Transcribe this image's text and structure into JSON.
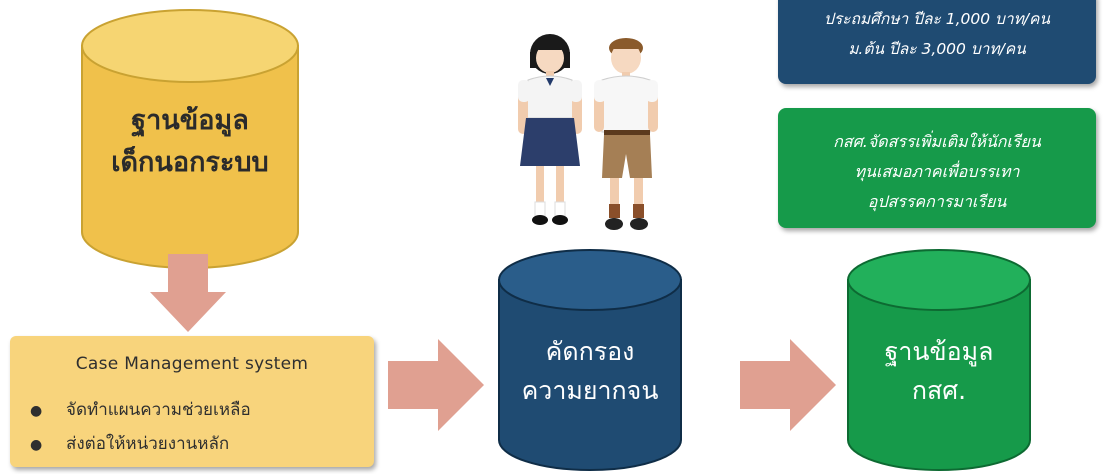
{
  "colors": {
    "cylinder_yellow": "#f0c14b",
    "cylinder_navy": "#1f4b72",
    "cylinder_green": "#169a4a",
    "arrow_pink": "#e0a091",
    "case_box_bg": "#f8d47c"
  },
  "db_out_of_school": {
    "line1": "ฐานข้อมูล",
    "line2": "เด็กนอกระบบ"
  },
  "case_management": {
    "title": "Case Management system",
    "items": [
      "จัดทำแผนความช่วยเหลือ",
      "ส่งต่อให้หน่วยงานหลัก"
    ]
  },
  "screening": {
    "line1": "คัดกรอง",
    "line2": "ความยากจน"
  },
  "db_eef": {
    "line1": "ฐานข้อมูล",
    "line2": "กสศ."
  },
  "blue_box": {
    "line1": "ประถมศึกษา ปีละ 1,000 บาท/คน",
    "line2": "ม.ต้น ปีละ 3,000 บาท/คน"
  },
  "green_box": {
    "line1": "กสศ.จัดสรรเพิ่มเติมให้นักเรียน",
    "line2": "ทุนเสมอภาคเพื่อบรรเทา",
    "line3": "อุปสรรคการมาเรียน"
  },
  "icons": [
    "student-girl-illustration",
    "student-boy-illustration",
    "arrow-down-icon",
    "arrow-right-icon"
  ]
}
